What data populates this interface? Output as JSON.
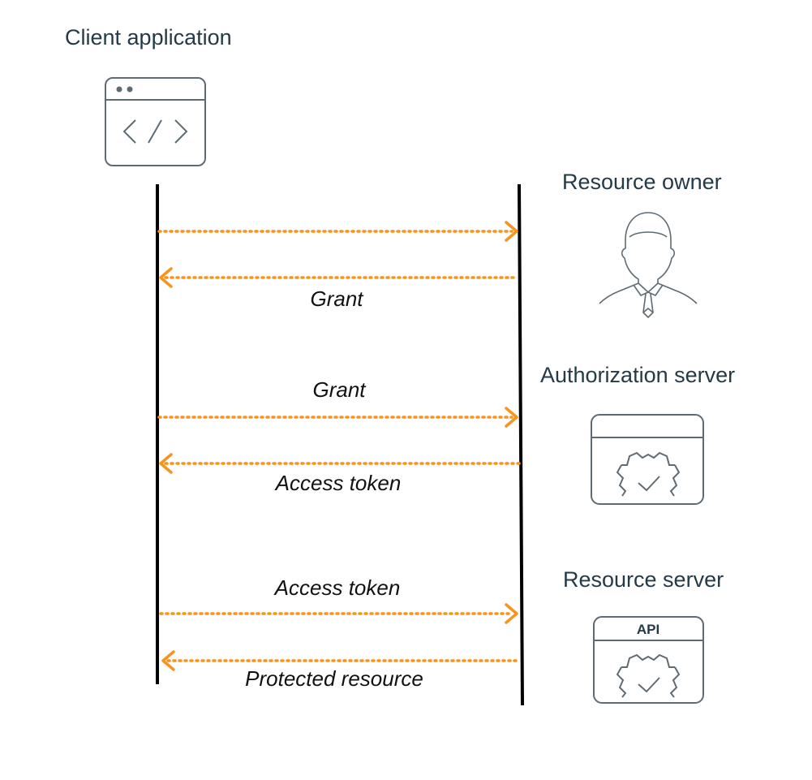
{
  "participants": {
    "client": "Client application",
    "owner": "Resource owner",
    "auth_server": "Authorization server",
    "resource_server": "Resource server"
  },
  "icons": {
    "client": "browser-code-window-icon",
    "owner": "person-icon",
    "auth_server": "server-gear-check-icon",
    "resource_server": "api-server-gear-check-icon",
    "api_label": "API"
  },
  "messages": [
    {
      "label": "",
      "direction": "right"
    },
    {
      "label": "Grant",
      "direction": "left"
    },
    {
      "label": "Grant",
      "direction": "right"
    },
    {
      "label": "Access token",
      "direction": "left"
    },
    {
      "label": "Access token",
      "direction": "right"
    },
    {
      "label": "Protected resource",
      "direction": "left"
    }
  ],
  "colors": {
    "arrow": "#f7941d",
    "lifeline": "#000000",
    "icon_stroke": "#5f6b73",
    "heading_text": "#243b47",
    "message_text": "#111111"
  }
}
